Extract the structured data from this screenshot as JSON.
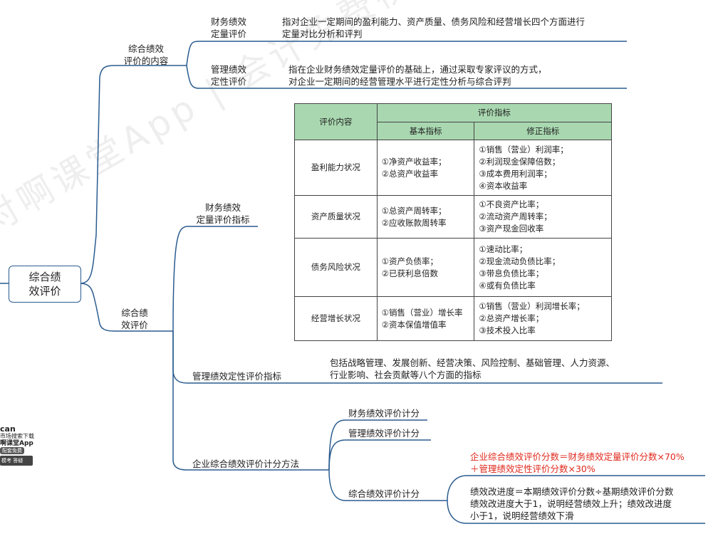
{
  "root": {
    "label": "综合绩\n效评价"
  },
  "content": {
    "label": "综合绩效\n评价的内容",
    "items": [
      {
        "label": "财务绩效\n定量评价",
        "desc": "指对企业一定期间的盈利能力、资产质量、债务风险和经营增长四个方面进行\n定量对比分析和评判"
      },
      {
        "label": "管理绩效\n定性评价",
        "desc": "指在企业财务绩效定量评价的基础上，通过采取专家评议的方式，\n对企业一定期间的经营管理水平进行定性分析与综合评判"
      }
    ]
  },
  "evaluation": {
    "label": "综合绩\n效评价",
    "quant_label": "财务绩效\n定量评价指标",
    "table": {
      "header_dim": "评价内容",
      "header_group": "评价指标",
      "header_basic": "基本指标",
      "header_modified": "修正指标",
      "rows": [
        {
          "dim": "盈利能力状况",
          "basic": "①净资产收益率；\n②总资产收益率",
          "modified": "①销售（营业）利润率；\n②利润现金保障倍数；\n③成本费用利润率；\n④资本收益率"
        },
        {
          "dim": "资产质量状况",
          "basic": "①总资产周转率；\n②应收账款周转率",
          "modified": "①不良资产比率；\n②流动资产周转率；\n③资产现金回收率"
        },
        {
          "dim": "债务风险状况",
          "basic": "①资产负债率；\n②已获利息倍数",
          "modified": "①速动比率；\n②现金流动负债比率；\n③带息负债比率；\n④或有负债比率"
        },
        {
          "dim": "经营增长状况",
          "basic": "①销售（营业）增长率\n②资本保值增值率",
          "modified": "①销售（营业）利润增长率；\n②总资产增长率；\n③技术投入比率"
        }
      ]
    },
    "qual_label": "管理绩效定性评价指标",
    "qual_desc": "包括战略管理、发展创新、经营决策、风险控制、基础管理、人力资源、\n行业影响、社会贡献等八个方面的指标",
    "method_label": "企业综合绩效评价计分方法",
    "method_items": [
      "财务绩效评价计分",
      "管理绩效评价计分",
      "综合绩效评价计分"
    ],
    "formula_red": "企业综合绩效评价分数＝财务绩效定量评价分数×70%\n＋管理绩效定性评价分数×30%",
    "formula_black": "绩效改进度＝本期绩效评价分数÷基期绩效评价分数\n绩效改进度大于1，说明经营绩效上升；绩效改进度\n小于1，说明经营绩效下滑"
  },
  "watermark": "对啊课堂App | 会计免费视频题库",
  "badge": {
    "line1": "can",
    "line2": "市场搜索下载",
    "line3": "啊课堂App",
    "pill": "配套免费",
    "bar": "模考  答疑"
  },
  "colors": {
    "line": "#2a5c8f",
    "table_header": "#a9d8b0",
    "formula": "#e02a1e"
  }
}
